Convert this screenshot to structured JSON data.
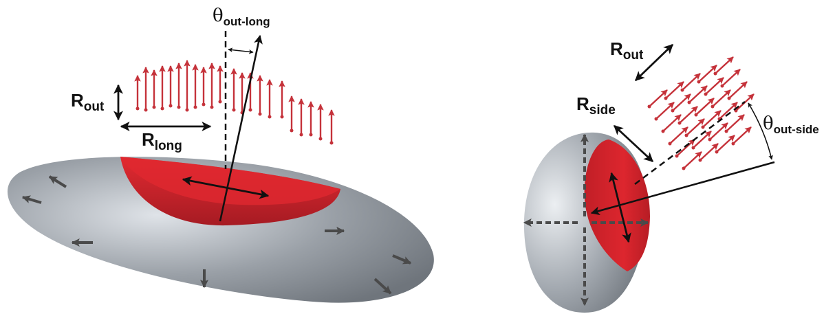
{
  "diagram": {
    "left_panel": {
      "r_out": {
        "main": "R",
        "sub": "out"
      },
      "r_long": {
        "main": "R",
        "sub": "long"
      },
      "theta_out_long": {
        "main": "θ",
        "sub": "out-long"
      }
    },
    "right_panel": {
      "r_out": {
        "main": "R",
        "sub": "out"
      },
      "r_side": {
        "main": "R",
        "sub": "side"
      },
      "theta_out_side": {
        "main": "θ",
        "sub": "out-side"
      }
    },
    "colors": {
      "source_red": "#d7262c",
      "source_red_dark": "#a51d26",
      "medium_gray": "#9aa0a7",
      "flow_arrow": "#4a4a4a",
      "particle_arrow": "#c5323a",
      "annotation": "#111111"
    }
  }
}
